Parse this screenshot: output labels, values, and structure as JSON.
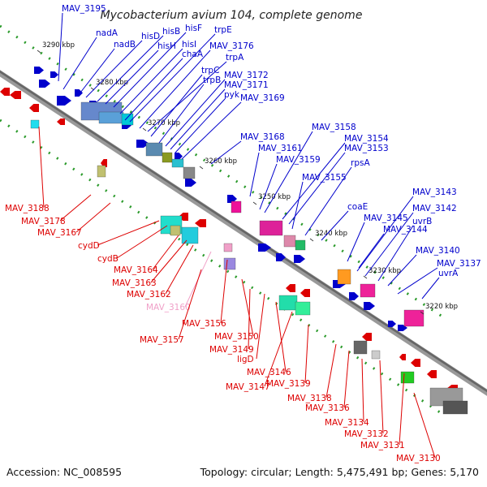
{
  "title": "Mycobacterium avium 104, complete genome",
  "footer": {
    "accession": "Accession: NC_008595",
    "summary": "Topology: circular; Length: 5,475,491 bp; Genes: 5,170"
  },
  "colors": {
    "forward": "#0000cc",
    "reverse": "#dd0000",
    "highlight": "#f0a0c8",
    "backbone": "#666666",
    "marker": "#2a9a2a"
  },
  "ticks": [
    "3290 kbp",
    "3280 kbp",
    "3270 kbp",
    "3260 kbp",
    "3250 kbp",
    "3240 kbp",
    "3230 kbp",
    "3220 kbp"
  ],
  "forward_labels": [
    "MAV_3195",
    "nadA",
    "nadB",
    "hisD",
    "hisB",
    "hisH",
    "hisF",
    "hisI",
    "chaA",
    "trpE",
    "MAV_3176",
    "trpA",
    "trpC",
    "trpB",
    "MAV_3172",
    "MAV_3171",
    "pyk",
    "MAV_3169",
    "MAV_3168",
    "MAV_3161",
    "MAV_3159",
    "MAV_3158",
    "MAV_3154",
    "MAV_3153",
    "MAV_3155",
    "rpsA",
    "coaE",
    "MAV_3143",
    "MAV_3142",
    "MAV_3145",
    "uvrB",
    "MAV_3144",
    "MAV_3140",
    "MAV_3137",
    "uvrA"
  ],
  "reverse_labels": [
    "MAV_3188",
    "MAV_3178",
    "MAV_3167",
    "cydD",
    "cydB",
    "MAV_3164",
    "MAV_3163",
    "MAV_3162",
    "MAV_3160",
    "MAV_3156",
    "MAV_3157",
    "MAV_3150",
    "MAV_3149",
    "ligD",
    "MAV_3146",
    "MAV_3147",
    "MAV_3139",
    "MAV_3138",
    "MAV_3136",
    "MAV_3134",
    "MAV_3132",
    "MAV_3131",
    "MAV_3130"
  ]
}
